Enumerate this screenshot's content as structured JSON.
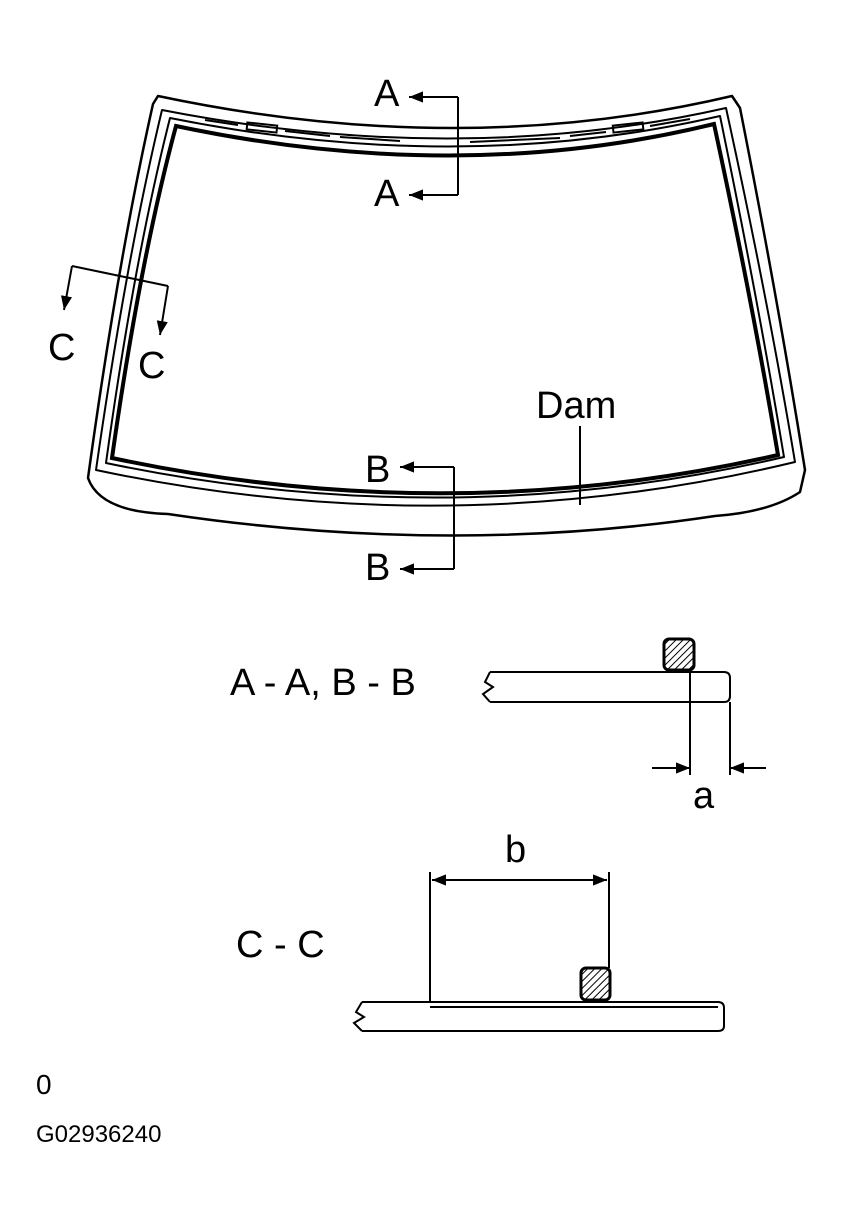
{
  "labels": {
    "section_a_top": "A",
    "section_a_bottom": "A",
    "section_b_top": "B",
    "section_b_bottom": "B",
    "section_c_left": "C",
    "section_c_right": "C",
    "dam": "Dam",
    "dim_a": "a",
    "dim_b": "b"
  },
  "section_titles": {
    "ab": "A - A, B - B",
    "cc": "C - C"
  },
  "footer": {
    "mark": "0",
    "figure_id": "G02936240"
  },
  "colors": {
    "ink": "#000000",
    "background": "#ffffff"
  }
}
